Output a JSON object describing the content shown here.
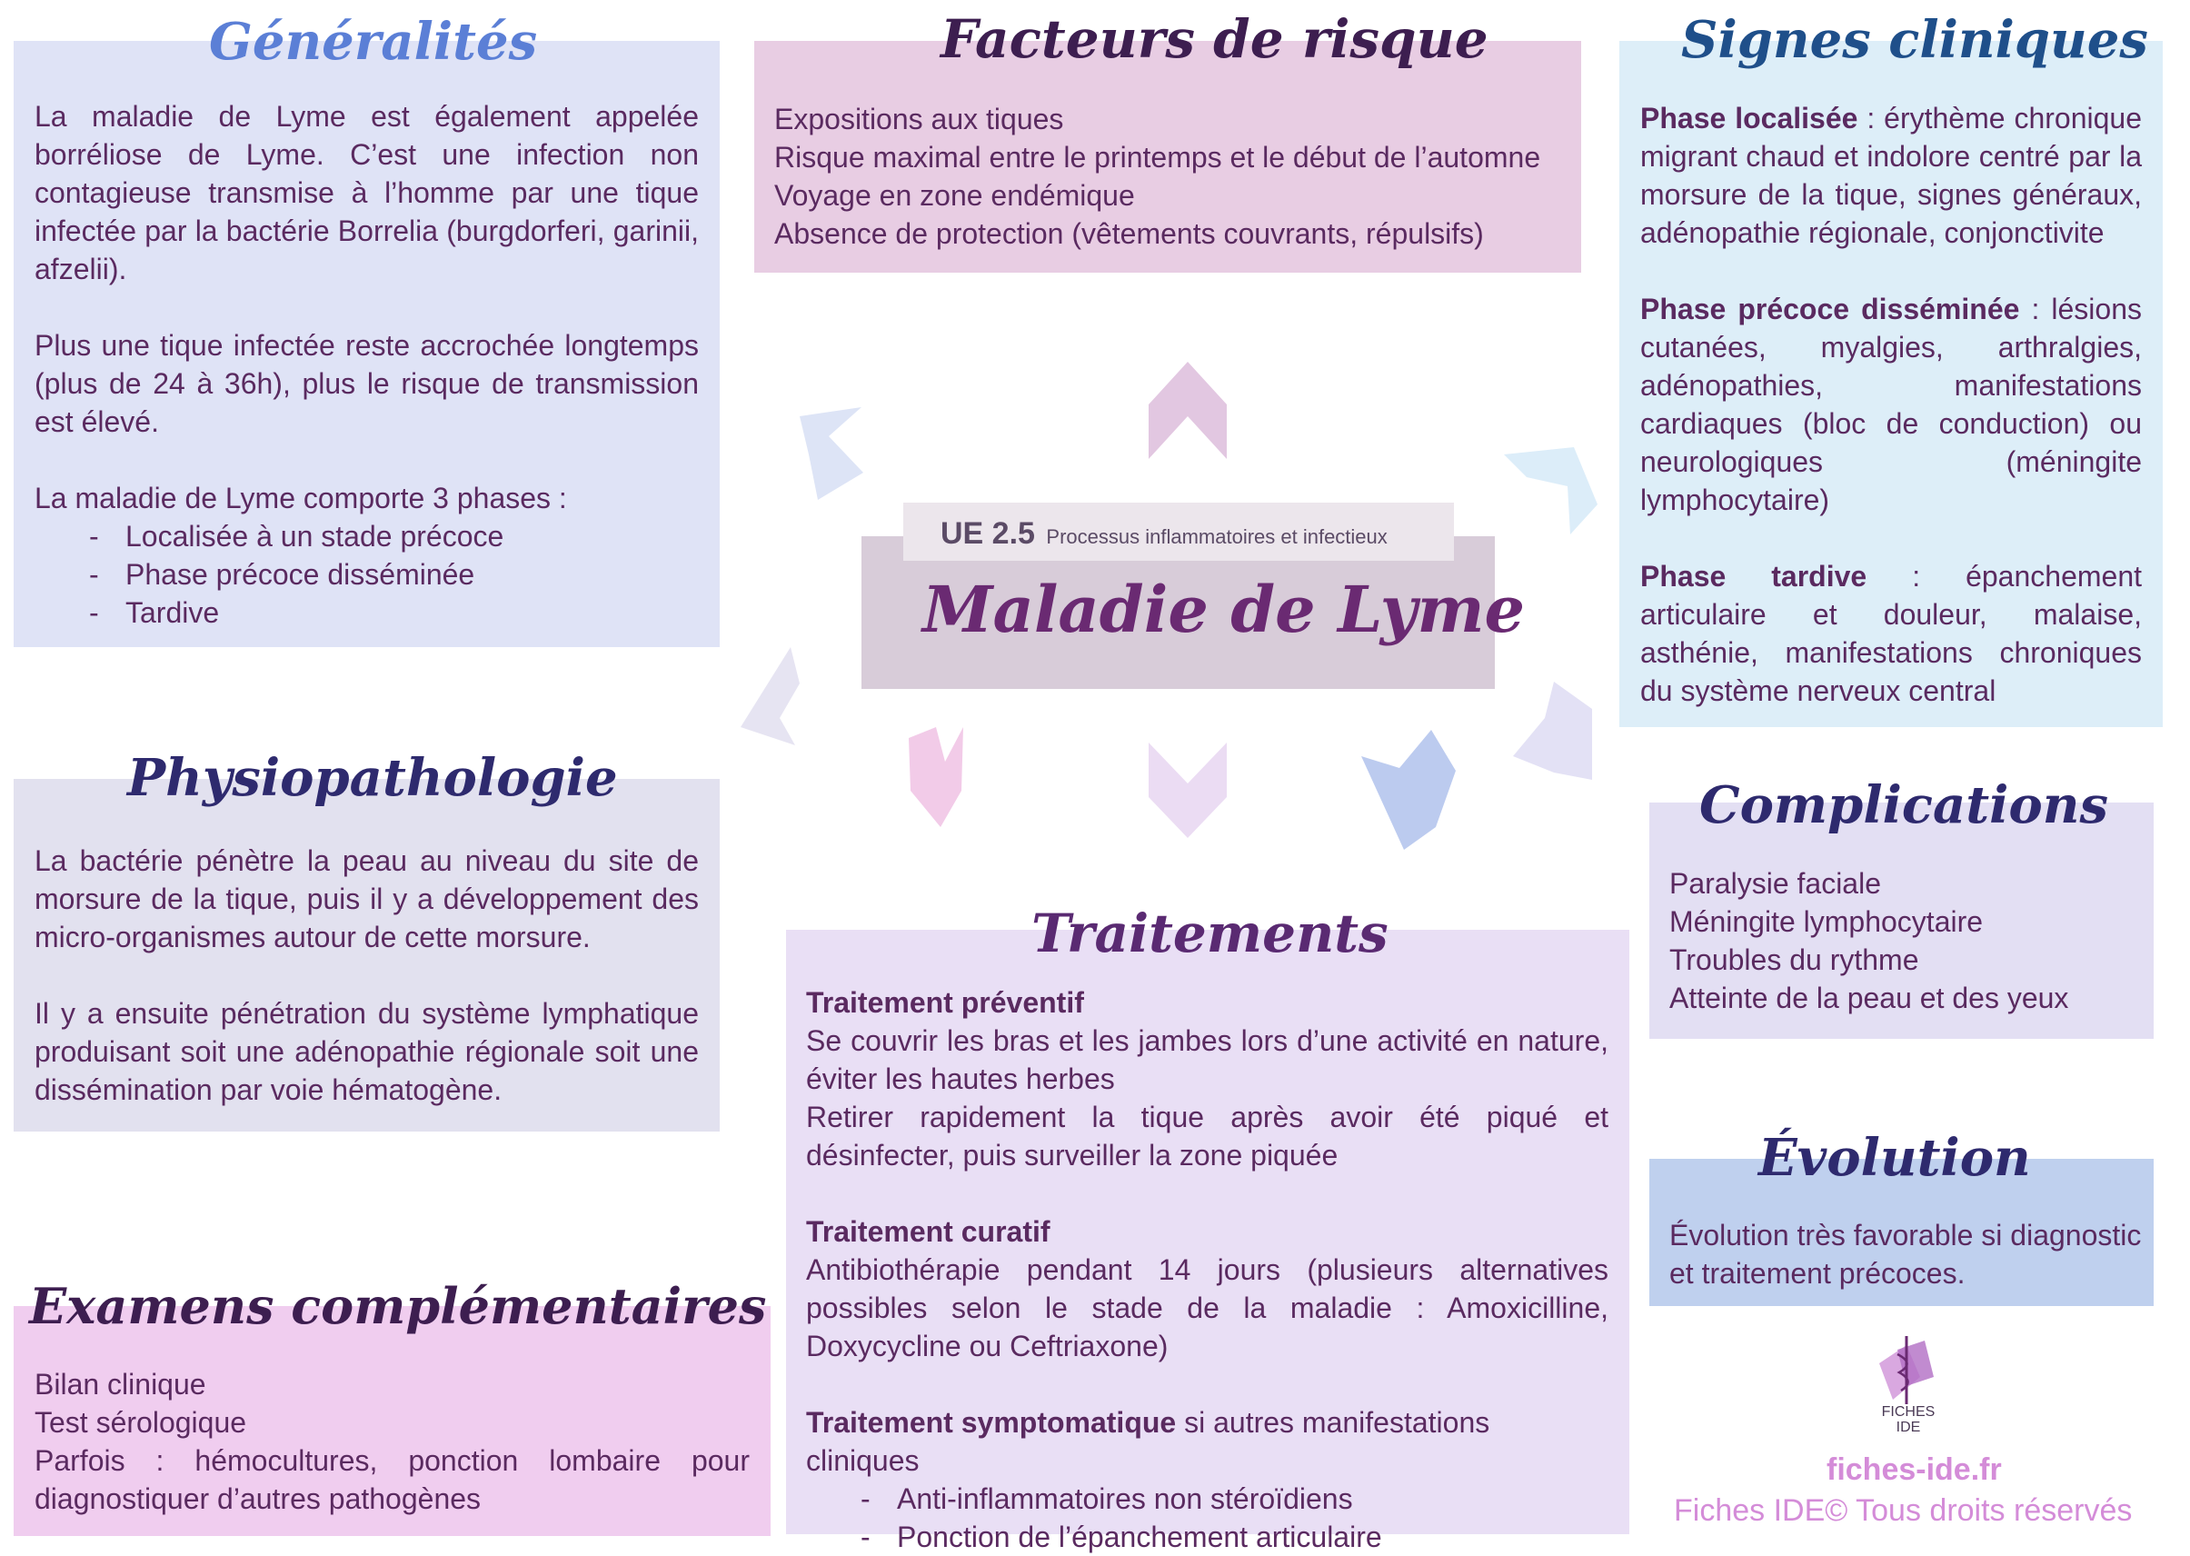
{
  "generalites": {
    "title": "Généralités",
    "p1": "La maladie de Lyme est également appelée borréliose de Lyme. C’est une infection non contagieuse transmise à l’homme par une tique infectée par la bactérie Borrelia (burgdorferi, garinii, afzelii).",
    "p2": "Plus une tique infectée reste accrochée longtemps (plus de 24 à 36h), plus le risque de transmission est élevé.",
    "p3": "La maladie de Lyme comporte 3 phases :",
    "phases": [
      "Localisée à un stade précoce",
      "Phase précoce disséminée",
      "Tardive"
    ]
  },
  "facteurs": {
    "title": "Facteurs de risque",
    "items": [
      "Expositions aux tiques",
      "Risque maximal entre le printemps et le début de l’automne",
      "Voyage en zone endémique",
      "Absence de protection (vêtements couvrants, répulsifs)"
    ]
  },
  "signes": {
    "title": "Signes cliniques",
    "phase1_label": "Phase localisée",
    "phase1_text": " : érythème chronique migrant chaud et indolore centré par la morsure de la tique, signes généraux, adénopathie régionale, conjonctivite",
    "phase2_label": "Phase précoce disséminée",
    "phase2_text": " : lésions cutanées, myalgies, arthralgies, adénopathies, manifestations cardiaques (bloc de conduction) ou neurologiques (méningite lymphocytaire)",
    "phase3_label": "Phase tardive",
    "phase3_text": " : épanchement articulaire et douleur, malaise, asthénie, manifestations chroniques du système nerveux central"
  },
  "center": {
    "ue": "UE 2.5",
    "ue_sub": "Processus inflammatoires et infectieux",
    "title": "Maladie de Lyme"
  },
  "physio": {
    "title": "Physiopathologie",
    "p1": "La bactérie pénètre la peau au niveau du site de morsure de la tique, puis il y a développement des micro-organismes autour de cette morsure.",
    "p2": "Il y a ensuite pénétration du système lymphatique produisant soit une adénopathie régionale soit une dissémination par voie hématogène."
  },
  "complications": {
    "title": "Complications",
    "items": [
      "Paralysie faciale",
      "Méningite lymphocytaire",
      "Troubles du rythme",
      "Atteinte de la peau et des yeux"
    ]
  },
  "traitements": {
    "title": "Traitements",
    "prev_label": "Traitement préventif",
    "prev1": "Se couvrir les bras et les jambes lors d’une activité en nature, éviter les hautes herbes",
    "prev2": "Retirer rapidement la tique après avoir été piqué et désinfecter, puis surveiller la zone piquée",
    "cur_label": "Traitement curatif",
    "cur_text": "Antibiothérapie pendant 14 jours (plusieurs alternatives possibles selon le stade de la maladie : Amoxicilline, Doxycycline ou Ceftriaxone)",
    "sym_label": "Traitement symptomatique",
    "sym_text": " si autres manifestations cliniques",
    "sym_items": [
      "Anti-inflammatoires non stéroïdiens",
      "Ponction de l’épanchement articulaire"
    ]
  },
  "evolution": {
    "title": "Évolution",
    "text": "Évolution très favorable si diagnostic et traitement précoces."
  },
  "examens": {
    "title": "Examens complémentaires",
    "items": [
      "Bilan clinique",
      "Test sérologique",
      "Parfois : hémocultures, ponction lombaire pour diagnostiquer d’autres pathogènes"
    ]
  },
  "footer": {
    "logo_text_1": "FICHES",
    "logo_text_2": "IDE",
    "site": "fiches-ide.fr",
    "copyright": "Fiches IDE© Tous droits réservés"
  },
  "colors": {
    "blue_box": "#dfe3f6",
    "pink_box": "#e8cde3",
    "lightblue_box": "#ddeef8",
    "grey_box": "#e2e1ef",
    "lavender_box": "#e9dff5",
    "periwinkle_box": "#e3dff3",
    "evolution_box": "#bfd0ee",
    "examens_box": "#f0cdef"
  }
}
